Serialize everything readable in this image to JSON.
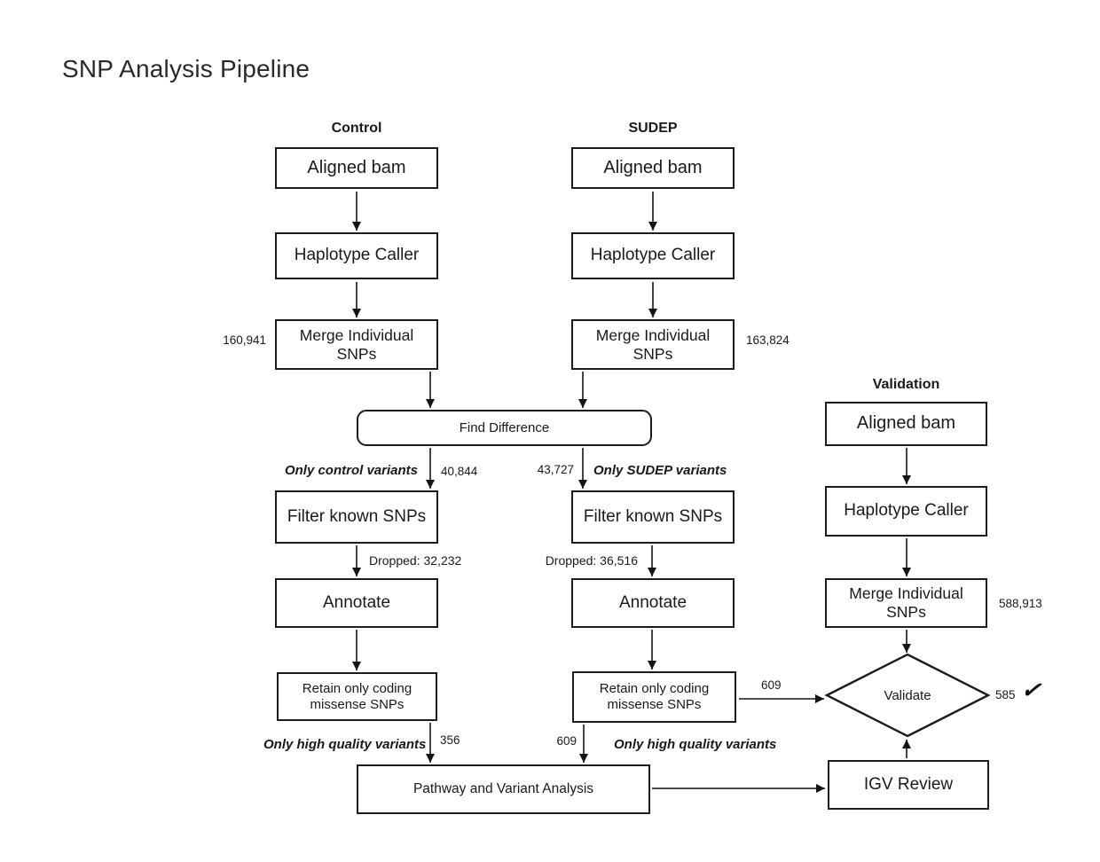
{
  "title": "SNP Analysis Pipeline",
  "columns": {
    "control": {
      "header": "Control",
      "aligned_bam": "Aligned bam",
      "haplotype_caller": "Haplotype Caller",
      "merge_snps": "Merge Individual\nSNPs",
      "merge_count": "160,941",
      "branch_label": "Only control variants",
      "branch_count": "40,844",
      "filter_known_snps": "Filter known SNPs",
      "dropped": "Dropped: 32,232",
      "annotate": "Annotate",
      "retain_missense": "Retain only coding\nmissense SNPs",
      "hq_label": "Only high quality variants",
      "hq_count": "356"
    },
    "sudep": {
      "header": "SUDEP",
      "aligned_bam": "Aligned bam",
      "haplotype_caller": "Haplotype Caller",
      "merge_snps": "Merge Individual\nSNPs",
      "merge_count": "163,824",
      "branch_label": "Only SUDEP variants",
      "branch_count": "43,727",
      "filter_known_snps": "Filter known SNPs",
      "dropped": "Dropped: 36,516",
      "annotate": "Annotate",
      "retain_missense": "Retain only coding\nmissense SNPs",
      "hq_label": "Only high quality variants",
      "hq_count": "609",
      "to_validate_count": "609"
    },
    "validation": {
      "header": "Validation",
      "aligned_bam": "Aligned bam",
      "haplotype_caller": "Haplotype Caller",
      "merge_snps": "Merge Individual\nSNPs",
      "merge_count": "588,913",
      "validate": "Validate",
      "validated_count": "585",
      "checkmark": "✓",
      "igv_review": "IGV Review"
    }
  },
  "shared": {
    "find_difference": "Find Difference",
    "pathway_analysis": "Pathway and Variant Analysis"
  }
}
